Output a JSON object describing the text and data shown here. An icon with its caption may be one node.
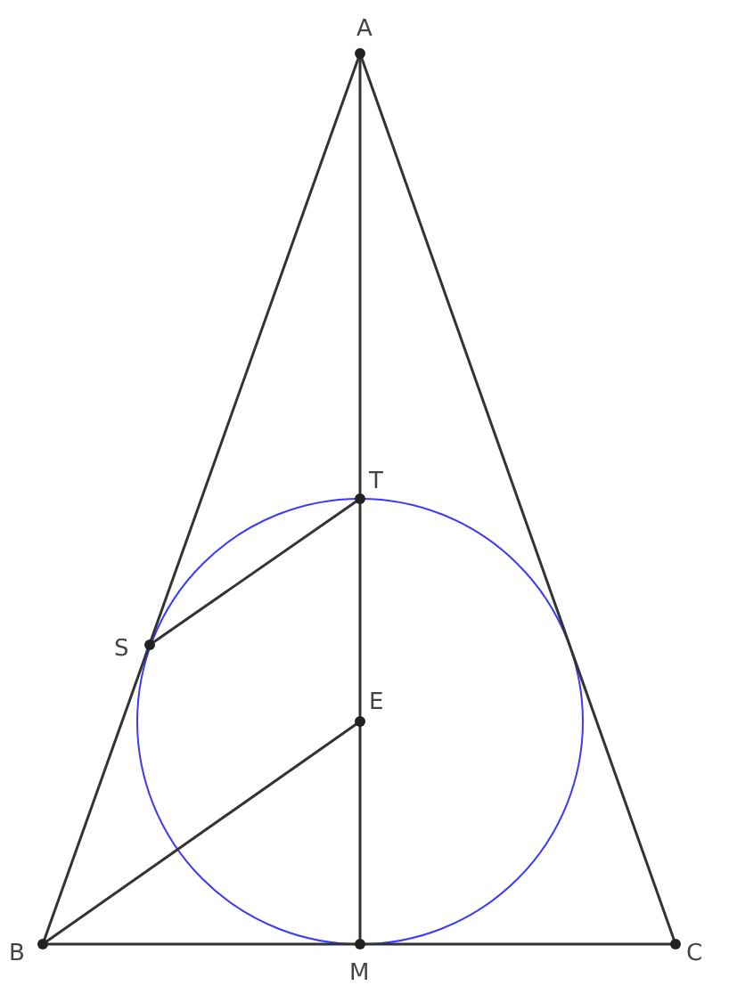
{
  "diagram": {
    "nodes": [
      {
        "text": [
          "A"
        ]
      },
      {
        "text": [
          "T"
        ]
      },
      {
        "text": [
          "S"
        ]
      },
      {
        "text": [
          "E"
        ]
      },
      {
        "text": [
          "B"
        ]
      },
      {
        "text": [
          "M"
        ]
      },
      {
        "text": [
          "C"
        ]
      }
    ],
    "edges": [
      {
        "from": 0,
        "to": 4,
        "arrow": "none"
      },
      {
        "from": 0,
        "to": 6,
        "arrow": "none"
      },
      {
        "from": 4,
        "to": 5,
        "arrow": "none"
      },
      {
        "from": 5,
        "to": 6,
        "arrow": "none"
      },
      {
        "from": 0,
        "to": 1,
        "arrow": "none"
      },
      {
        "from": 1,
        "to": 3,
        "arrow": "none"
      },
      {
        "from": 3,
        "to": 5,
        "arrow": "none"
      },
      {
        "from": 2,
        "to": 1,
        "arrow": "none"
      },
      {
        "from": 4,
        "to": 3,
        "arrow": "none"
      }
    ]
  }
}
